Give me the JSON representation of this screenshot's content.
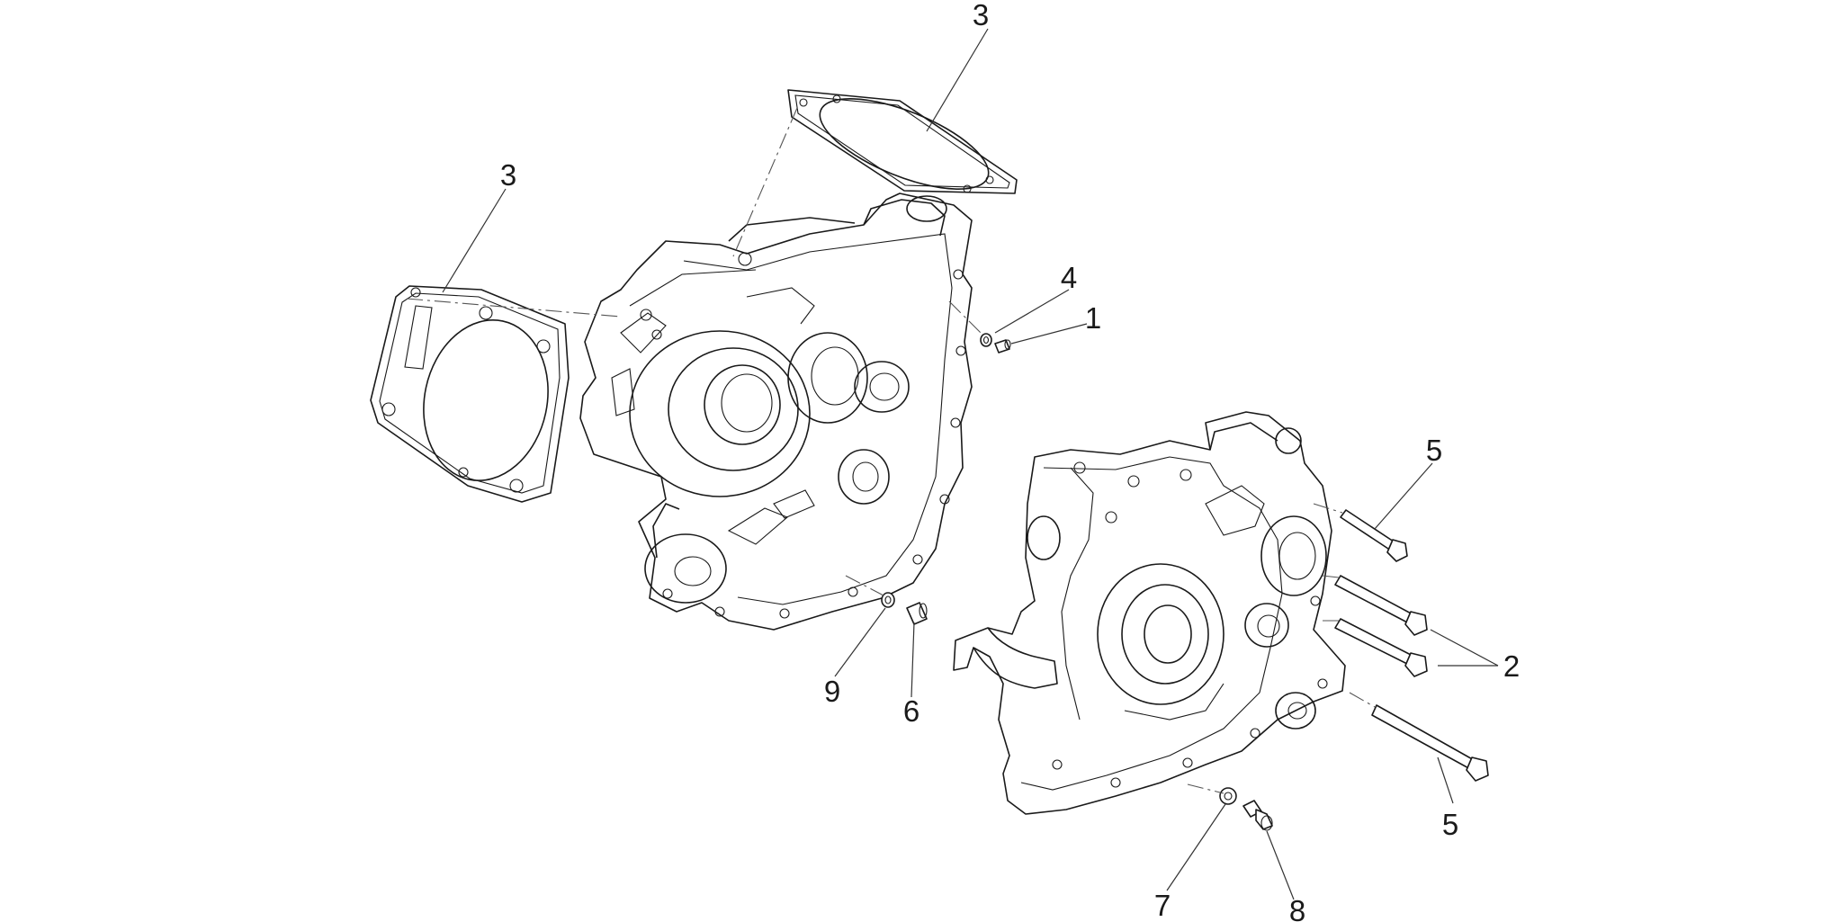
{
  "diagram": {
    "callouts": [
      {
        "id": "c3-top",
        "text": "3"
      },
      {
        "id": "c3-left",
        "text": "3"
      },
      {
        "id": "c4",
        "text": "4"
      },
      {
        "id": "c1",
        "text": "1"
      },
      {
        "id": "c5-top",
        "text": "5"
      },
      {
        "id": "c2",
        "text": "2"
      },
      {
        "id": "c5-bottom",
        "text": "5"
      },
      {
        "id": "c9",
        "text": "9"
      },
      {
        "id": "c6",
        "text": "6"
      },
      {
        "id": "c7",
        "text": "7"
      },
      {
        "id": "c8",
        "text": "8"
      }
    ],
    "line_color": "#1a1a1a"
  }
}
